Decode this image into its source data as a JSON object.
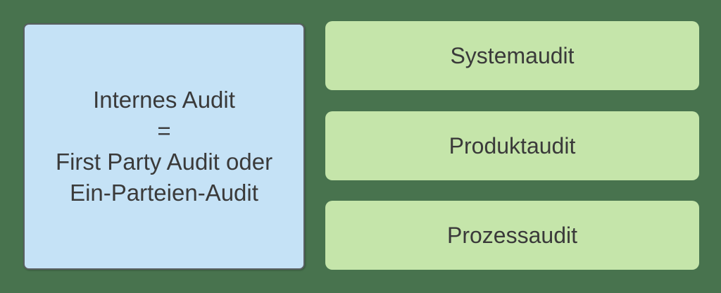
{
  "diagram": {
    "left_box": {
      "lines": {
        "0": "Internes Audit",
        "1": "=",
        "2": "First Party Audit oder",
        "3": "Ein-Parteien-Audit"
      }
    },
    "right_boxes": {
      "0": {
        "label": "Systemaudit"
      },
      "1": {
        "label": "Produktaudit"
      },
      "2": {
        "label": "Prozessaudit"
      }
    },
    "colors": {
      "background": "#48734e",
      "left_box_fill": "#c5e2f6",
      "left_box_border": "#595f61",
      "right_box_fill": "#c5e5aa",
      "text": "#3a3a3a"
    }
  }
}
